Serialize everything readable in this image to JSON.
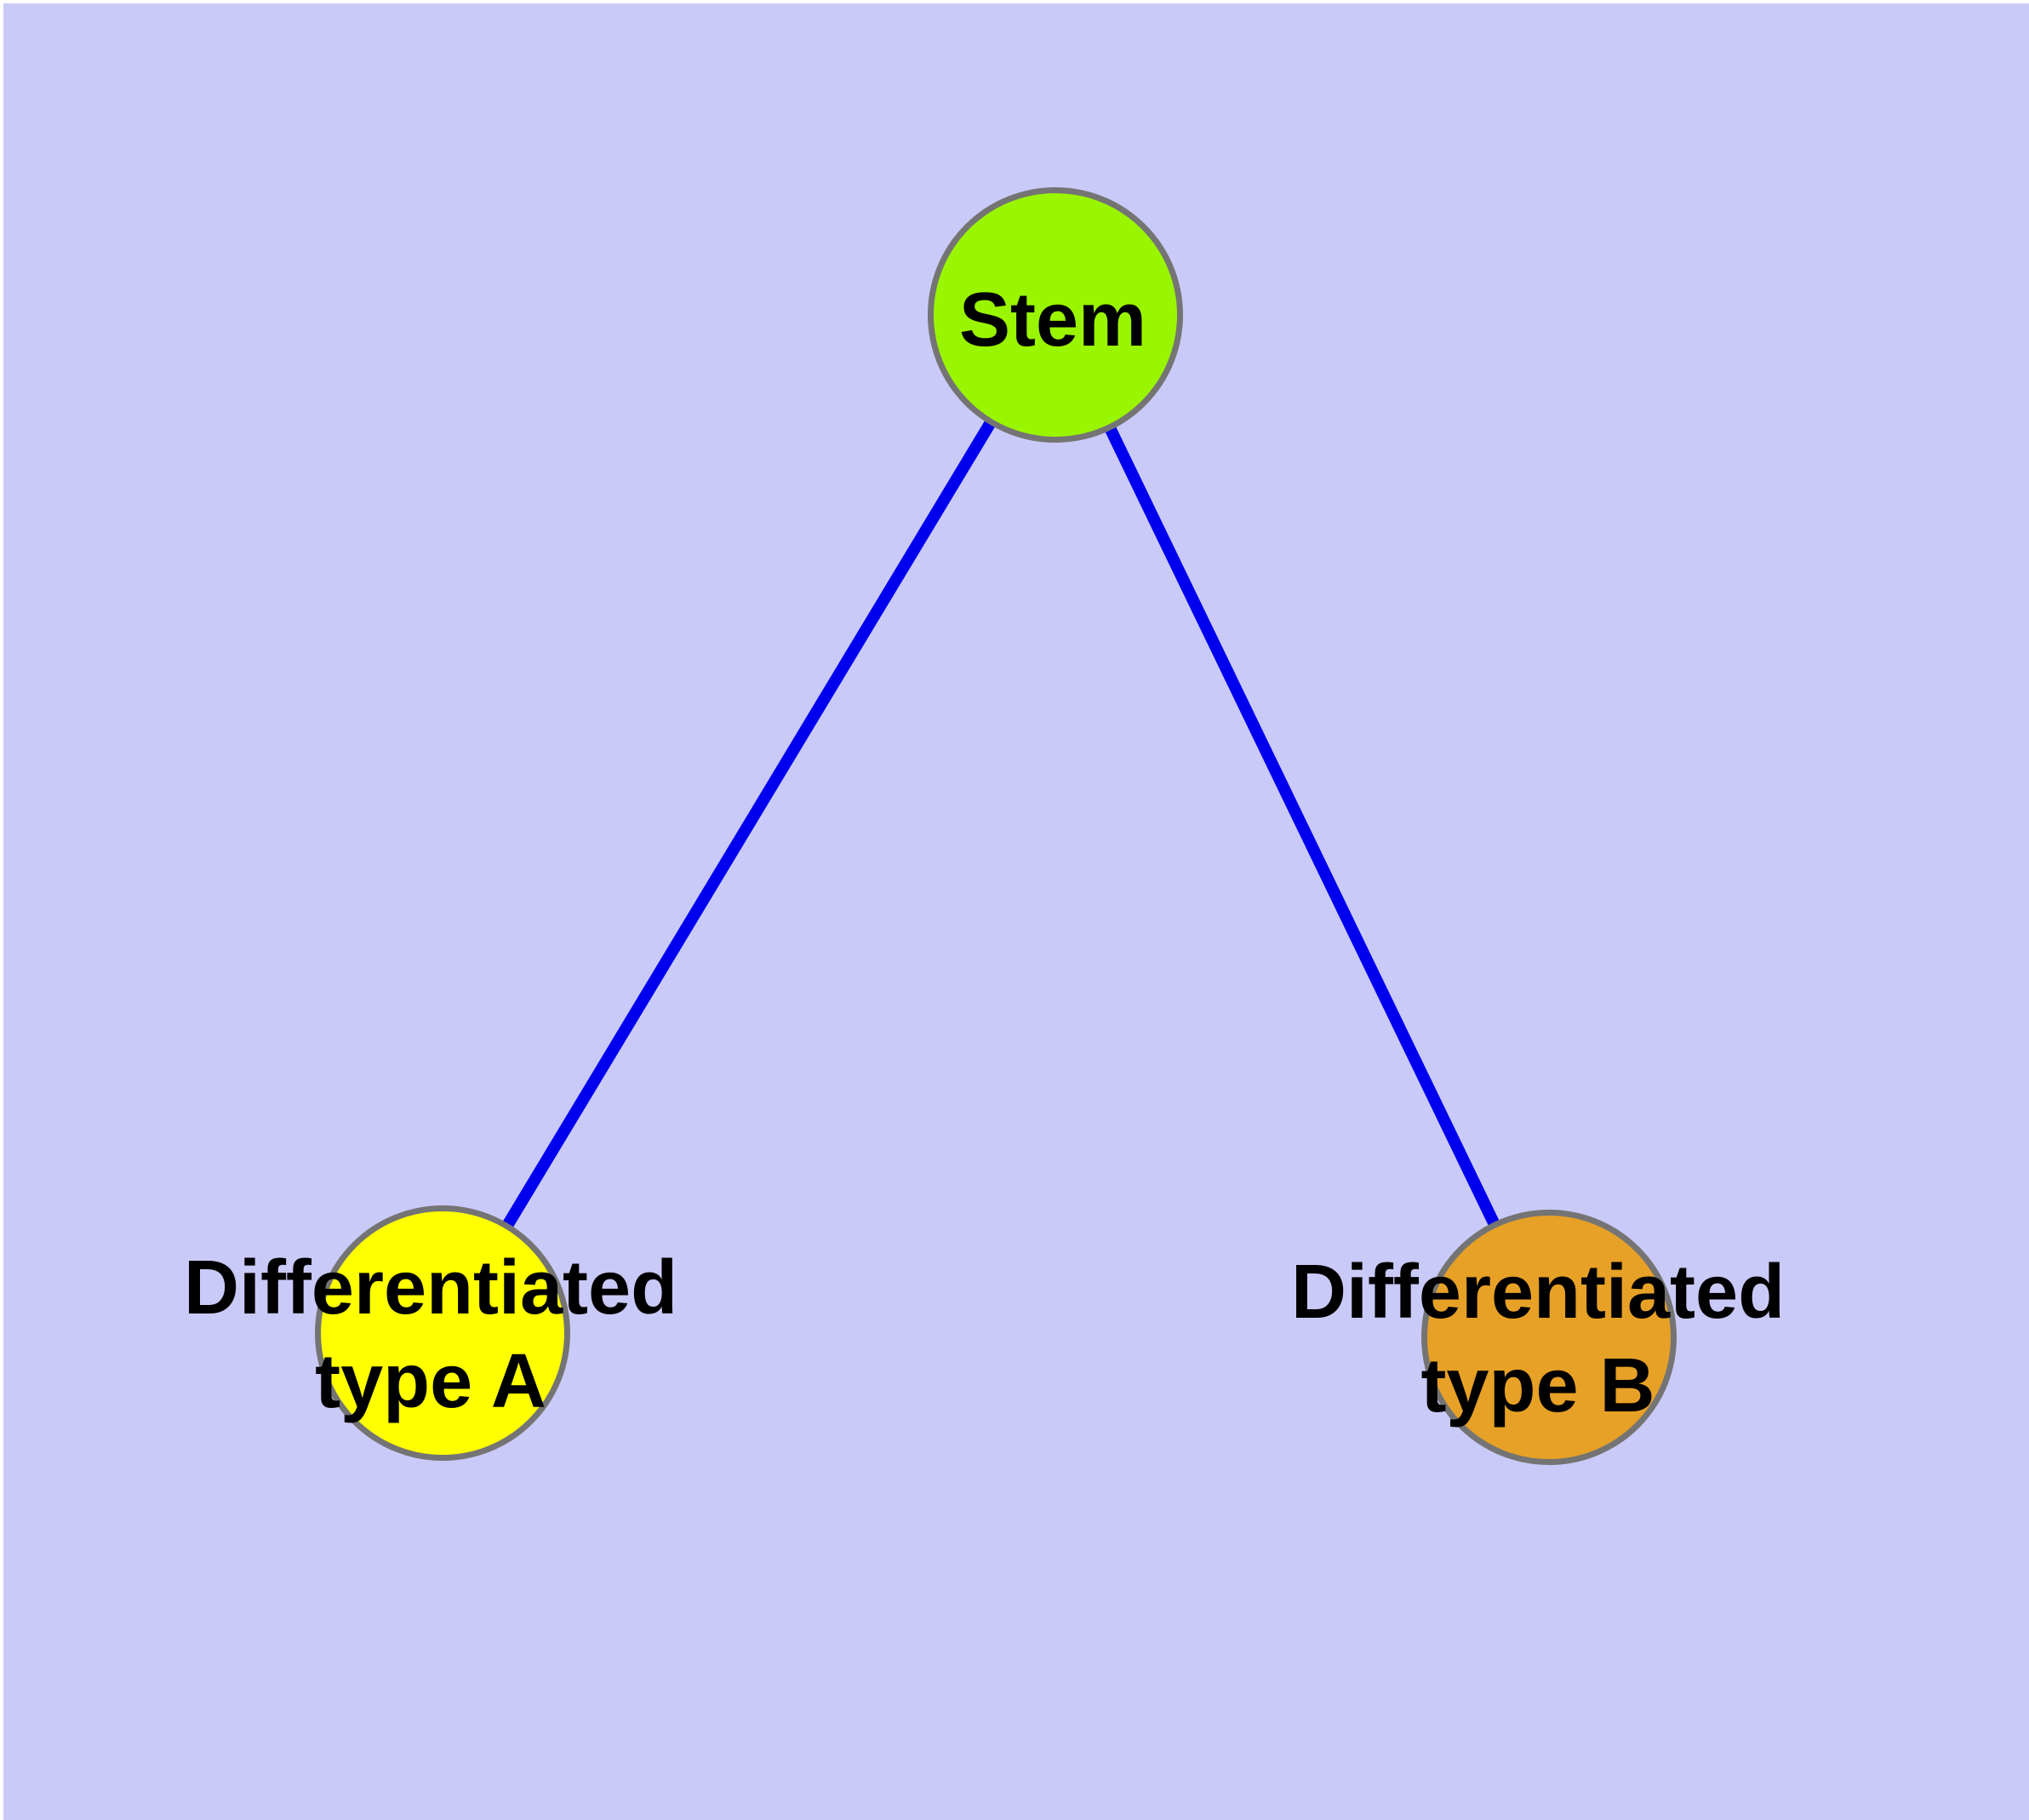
{
  "diagram": {
    "background_color": "#cacaf8",
    "frame_color": "#ffffff",
    "edge_color": "#0000ee",
    "node_border_color": "#747474",
    "nodes": {
      "stem": {
        "label": "Stem",
        "fill": "#9af500"
      },
      "type_a": {
        "label_line1": "Differentiated",
        "label_line2": "type A",
        "fill": "#ffff00"
      },
      "type_b": {
        "label_line1": "Differentiated",
        "label_line2": "type B",
        "fill": "#e7a126"
      }
    },
    "edges": [
      {
        "from": "Stem",
        "to": "Differentiated type A"
      },
      {
        "from": "Stem",
        "to": "Differentiated type B"
      }
    ]
  }
}
